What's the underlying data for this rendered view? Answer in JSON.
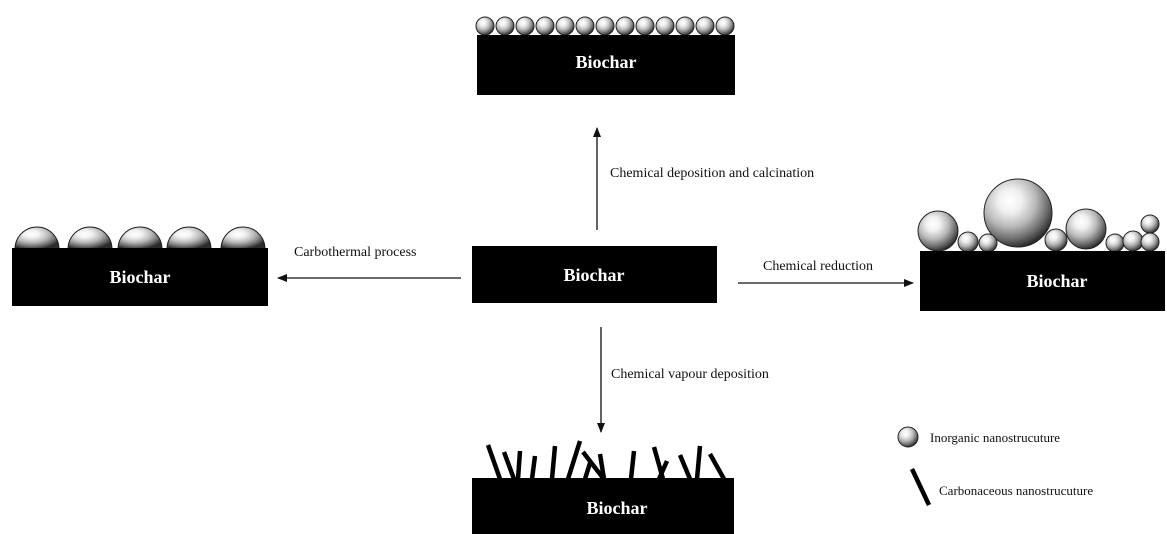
{
  "blocks": {
    "center": "Biochar",
    "top": "Biochar",
    "left": "Biochar",
    "right": "Biochar",
    "bottom": "Biochar"
  },
  "processes": {
    "up": "Chemical deposition and calcination",
    "left": "Carbothermal process",
    "right": "Chemical reduction",
    "down": "Chemical vapour deposition"
  },
  "legend": {
    "inorganic": "Inorganic nanostrucuture",
    "carbonaceous": "Carbonaceous nanostrucuture"
  }
}
